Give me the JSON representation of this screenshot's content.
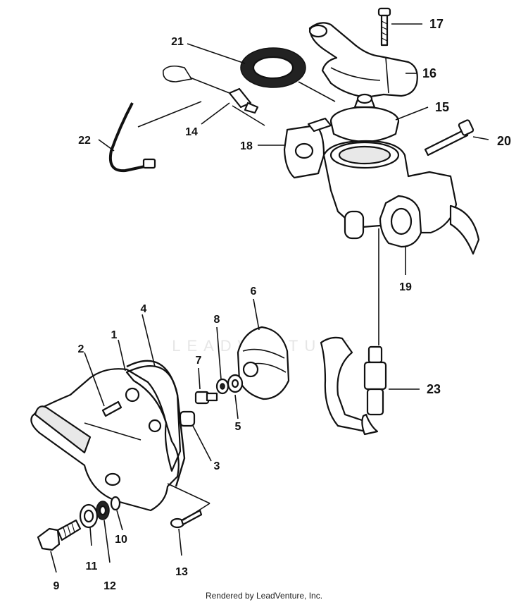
{
  "watermark": "LEADVENTURE",
  "footer": "Rendered by LeadVenture, Inc.",
  "callouts": [
    {
      "id": "1",
      "label": "1"
    },
    {
      "id": "2",
      "label": "2"
    },
    {
      "id": "3",
      "label": "3"
    },
    {
      "id": "4",
      "label": "4"
    },
    {
      "id": "5",
      "label": "5"
    },
    {
      "id": "6",
      "label": "6"
    },
    {
      "id": "7",
      "label": "7"
    },
    {
      "id": "8",
      "label": "8"
    },
    {
      "id": "9",
      "label": "9"
    },
    {
      "id": "10",
      "label": "10"
    },
    {
      "id": "11",
      "label": "11"
    },
    {
      "id": "12",
      "label": "12"
    },
    {
      "id": "13",
      "label": "13"
    },
    {
      "id": "14",
      "label": "14"
    },
    {
      "id": "15",
      "label": "15"
    },
    {
      "id": "16",
      "label": "16"
    },
    {
      "id": "17",
      "label": "17"
    },
    {
      "id": "18",
      "label": "18"
    },
    {
      "id": "19",
      "label": "19"
    },
    {
      "id": "20",
      "label": "20"
    },
    {
      "id": "21",
      "label": "21"
    },
    {
      "id": "22",
      "label": "22"
    },
    {
      "id": "23",
      "label": "23"
    }
  ]
}
